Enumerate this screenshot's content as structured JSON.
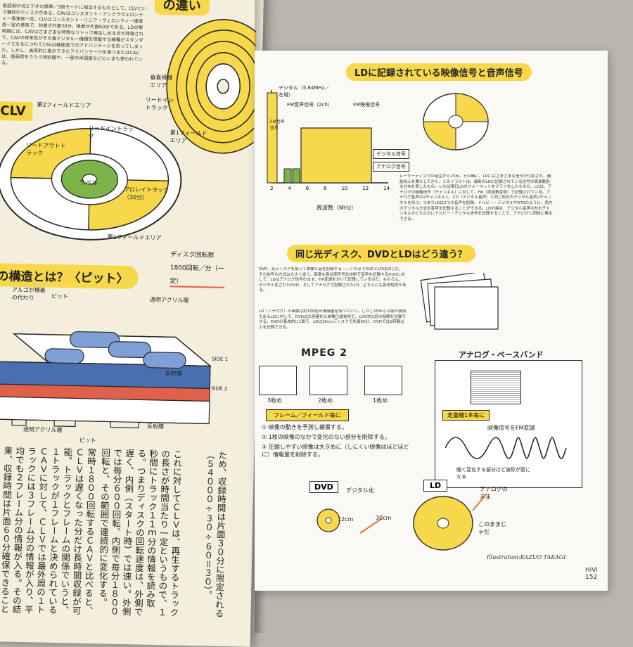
{
  "left_page": {
    "top_text": "家庭用VHSビデオの標準／3倍モードに相当するものとして、CLVという種別のディスクがある。CAVはコンスタント・アングラヴェロシティー角速度一定、CLVはコンスタント・リニア・ヴェロシティー線速度一定の意味で、約者が外面30分、後者が片面60分である。LDの黎明期には、CAVはさまざまな特殊なリトック再生しめる点が評価されて、CAVの将来性がその後デジタル一機種を搭載する機種がスタンダードとなるにつれてCAVは機能面でのアドバンテージを失ってしまった。しかし、画質的に表示できたアドバンテージを保つまたはCAVは、高画質をうたう特別盤や、一部の米国盤などにいまも使われている。",
    "title_fragment": "の違い",
    "clv_label": "CLV",
    "labels": {
      "field2_area": "第2フィールドエリア",
      "field1_area": "第1フィールドエリア",
      "lead_in": "リードイントラック",
      "lead_out": "リードアウトトラック",
      "label": "ラベル",
      "program": "プロレイトラック（30分）",
      "disc_speed": "ディスク回転数 1800回転／分（一定）",
      "field2_top": "第2フィールドエリア",
      "field_area": "第1フィールドエリア",
      "track_gap": "垂直帰線エリア",
      "lead_in_short": "リードイントラック"
    },
    "pit_heading": "の構造とは？〈ピット〉",
    "pit_labels": {
      "pit": "ピット",
      "clear_acrylic": "透明アクリル層",
      "clear_acrylic_bottom": "透明アクリル層",
      "reflective": "反射膜",
      "reflective_bottom": "反射膜",
      "side1": "SIDE 1",
      "side2": "SIDE 2",
      "pit_bottom": "ピット",
      "note": "アルゴが横着の代わり"
    },
    "vertical_columns": [
      "常時１８００回転するＣＡＶと比べると、ＣＬＶは遅くなった分だけ長時間収録が可能。トラックとフレームの関係でいうと、１トラックが１フレームと決められているＣＡＶに対して、ＣＬＶでは最外周の１トラックには３フレーム分の情報が入り、平均でも２フレーム分の情報が入る。その結果、収録時間は片面６０分確保できることになる。",
      "これに対してＣＬＶは、再生するトラックの長さが時間当たり一定というもので、１秒間にトラック１１ｍ分の情報を読み取る。つまりディスクの回転速度は、外側で遅く、内側（スタート時）では速い。外側では毎分６００回転、内側で毎分１８００回転と、その範囲で連続的に変化する。",
      "ため、収録時間は片面３０分に限定される（５４０００÷３０÷６０＝３０）。"
    ]
  },
  "right_page": {
    "section1_title": "LDに記録されている映像信号と音声信号",
    "graph_labels": {
      "video_fm": "FM映像信号",
      "digital": "デジタル（5.64MHz／左域）",
      "fm_audio": "FM音声信号（2ch）",
      "am_label": "FM音声信号",
      "xaxis": "周波数（MHz）",
      "ticks": [
        "2",
        "4",
        "6",
        "8",
        "10",
        "12",
        "14"
      ],
      "digital_signal_box": "デジタル信号",
      "analog_signal_box": "アナログ信号"
    },
    "section1_body": "レーザーディスクの誕生から15年。その間に、LDにはさまざまな信号が付加され、機能向上を果たしてきた。このイラストは、最新のLDに記録されている信号の周波数別な分布を表したもの。いわば現行LDのフォーマットをグラフ化したものだ。LDは、アナログの映像信号（チャンネル）に対して、FM（周波数変調）で記録されている。アナログ音声の2チャンネルと、CD（デジタル音声）と同じ形式のデジタル音声2チャンネルを持つ。つまりLDは2つの音声を記録。ドルビー・デジタルやDTSのように、両方のデジタル方式の音声を記録することができる。LDの場合、デジタル音声の左右チャンネルのどちらかにドルビー・デジタル信号を記録することで、アナログと同時に再生できる。",
    "section2_title": "同じ光ディスク、DVDとLDはどう違う？",
    "section2_body_1": "DVD、光ディスクを使って映像と音を記録する――この点でDVDとLDは同じだ。その信号の方式は大きく違う。高度な高効率符号化技術で音声を記録するDVDに対して、LDはアナログ信号のまま、FM変調をかけて記録しているのだ。もちろん、デジタル化されたDVD、そしてアナログで記録されたLD、どちらにも長所短所がある。",
    "section2_body_2": "LD（アナログ）の画像は約100倍の情報量を持つという。しかし15年以上前の技術であるLDに対して、DVDは大容量化と映像圧縮技術で、LDの約2倍の時間を記録できる。DVDの基本的に1面で、LDは30cmディスクで片面60分、DVDでは2時間以上を記録できる。",
    "mpeg_title": "MPEG 2",
    "analog_title": "アナログ・ベースバンド",
    "mpeg_frames": [
      "3枚め",
      "2枚め",
      "1枚め"
    ],
    "frame_note_title": "フレーム／フィールド毎に",
    "frame_notes": [
      "① 映像の動きを予測し補償する。",
      "② 1枚の映像のなかで変化のない部分を削除する。",
      "③ 圧縮しやすい映像は大きめに（しにくい映像はほどほどに）情報量を削除する。"
    ],
    "analog_note_title": "走査線1本毎に",
    "analog_note_sub": "映像信号をFM変調",
    "analog_note_bottom": "細く変化する部分ほど波形が密になる",
    "dvd_label": "DVD",
    "ld_label": "LD",
    "digital_conv": "デジタル化",
    "analog_as_is": "アナログのまま",
    "dvd_size": "12cm",
    "ld_size": "30cm",
    "ld_note": "このままじゃだ",
    "credit": "Illustration:KAZUO TAKAGI",
    "page_number": "HiVi 152"
  },
  "colors": {
    "yellow": "#f6d84a",
    "green": "#7cb44a",
    "blue": "#4a6fb0",
    "red": "#e0604a",
    "orange": "#e8762a"
  }
}
